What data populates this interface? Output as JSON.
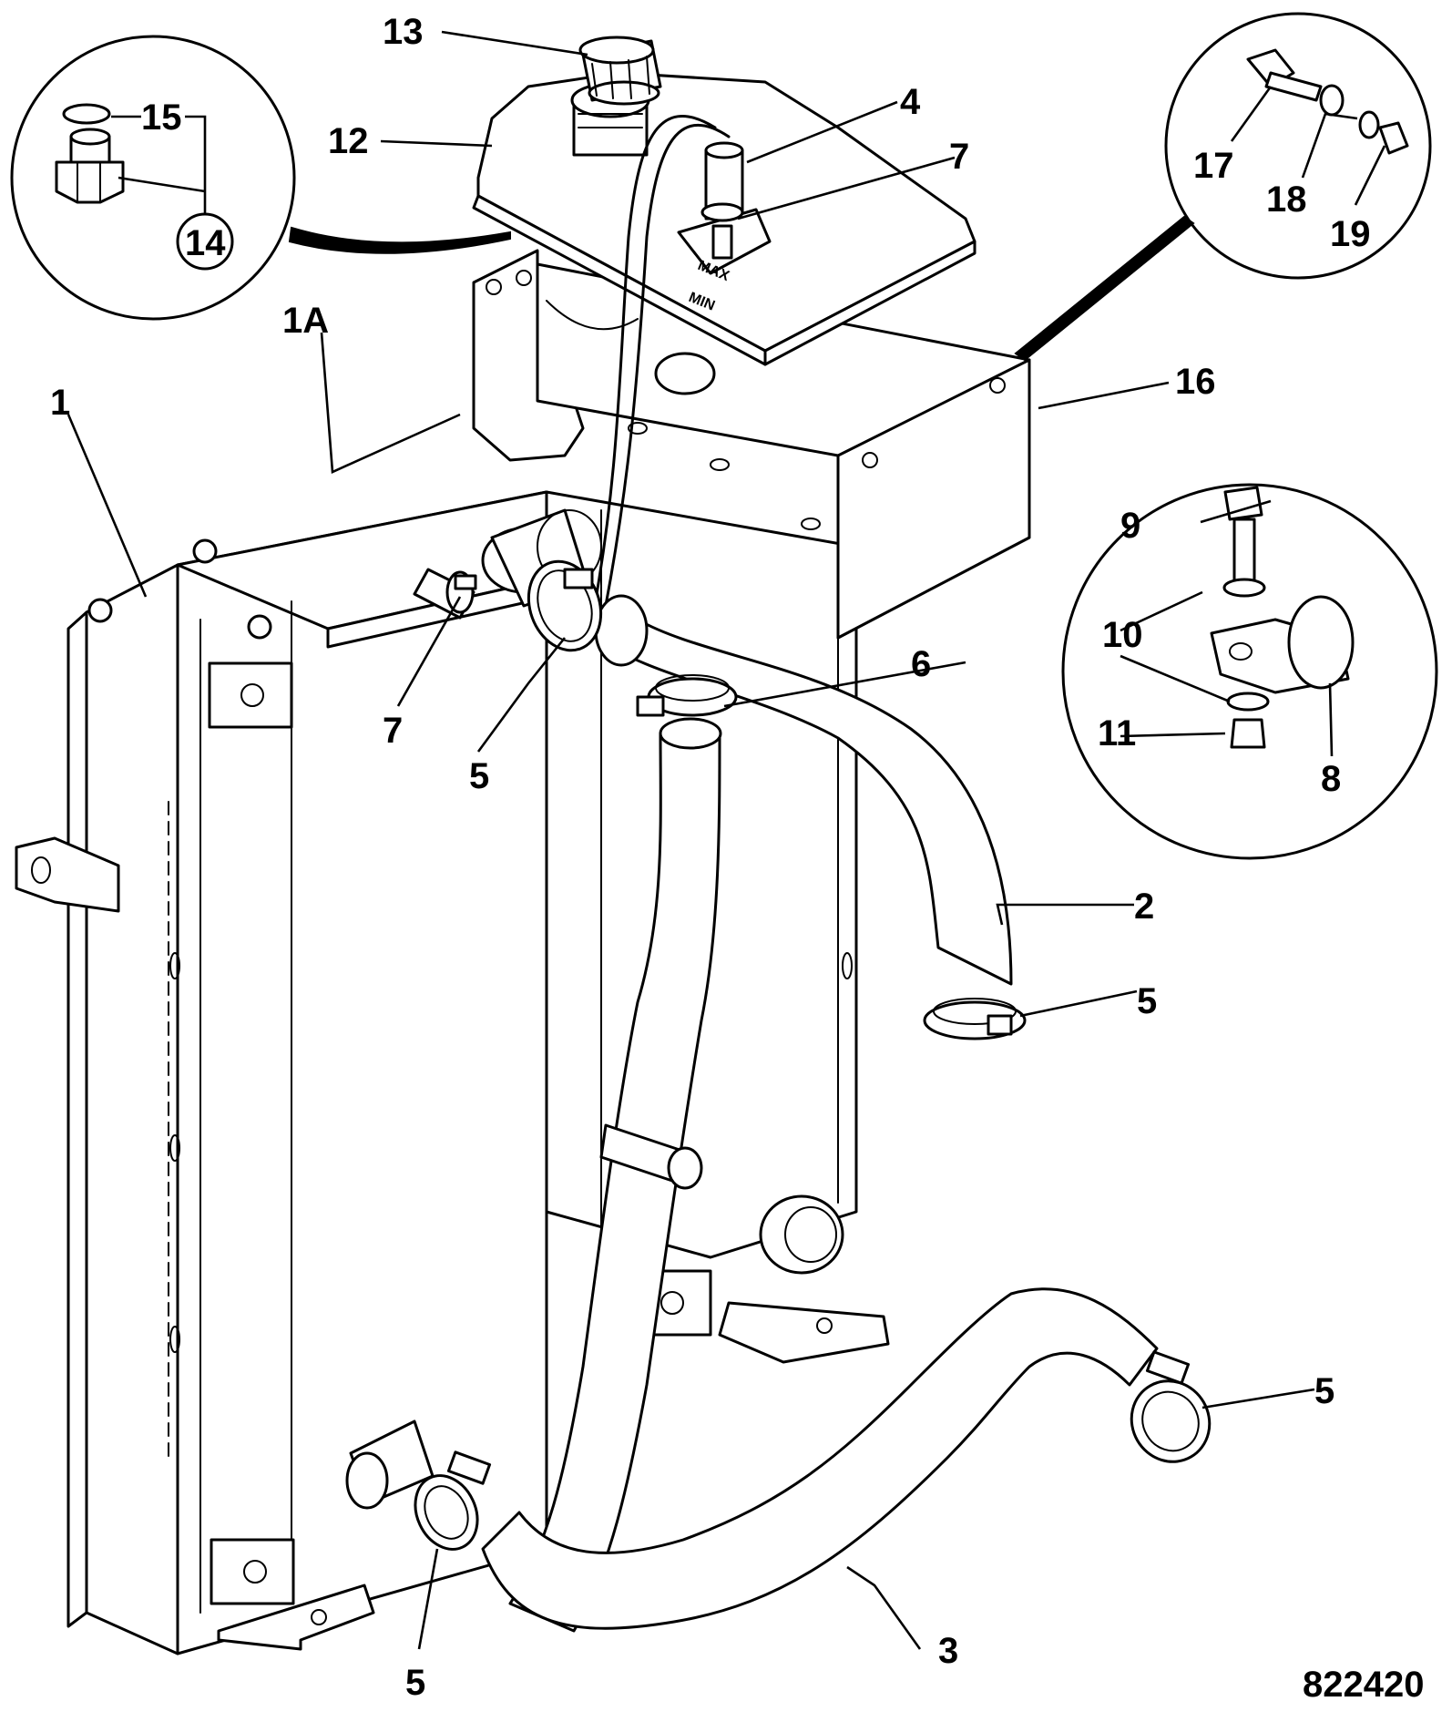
{
  "figure_id": "822420",
  "tank_markings": {
    "max": "MAX",
    "min": "MIN"
  },
  "callouts": {
    "c1": "1",
    "c1a": "1A",
    "c2": "2",
    "c3": "3",
    "c4": "4",
    "c5": "5",
    "c6": "6",
    "c7": "7",
    "c8": "8",
    "c9": "9",
    "c10": "10",
    "c11": "11",
    "c12": "12",
    "c13": "13",
    "c14": "14",
    "c15": "15",
    "c16": "16",
    "c17": "17",
    "c18": "18",
    "c19": "19"
  }
}
